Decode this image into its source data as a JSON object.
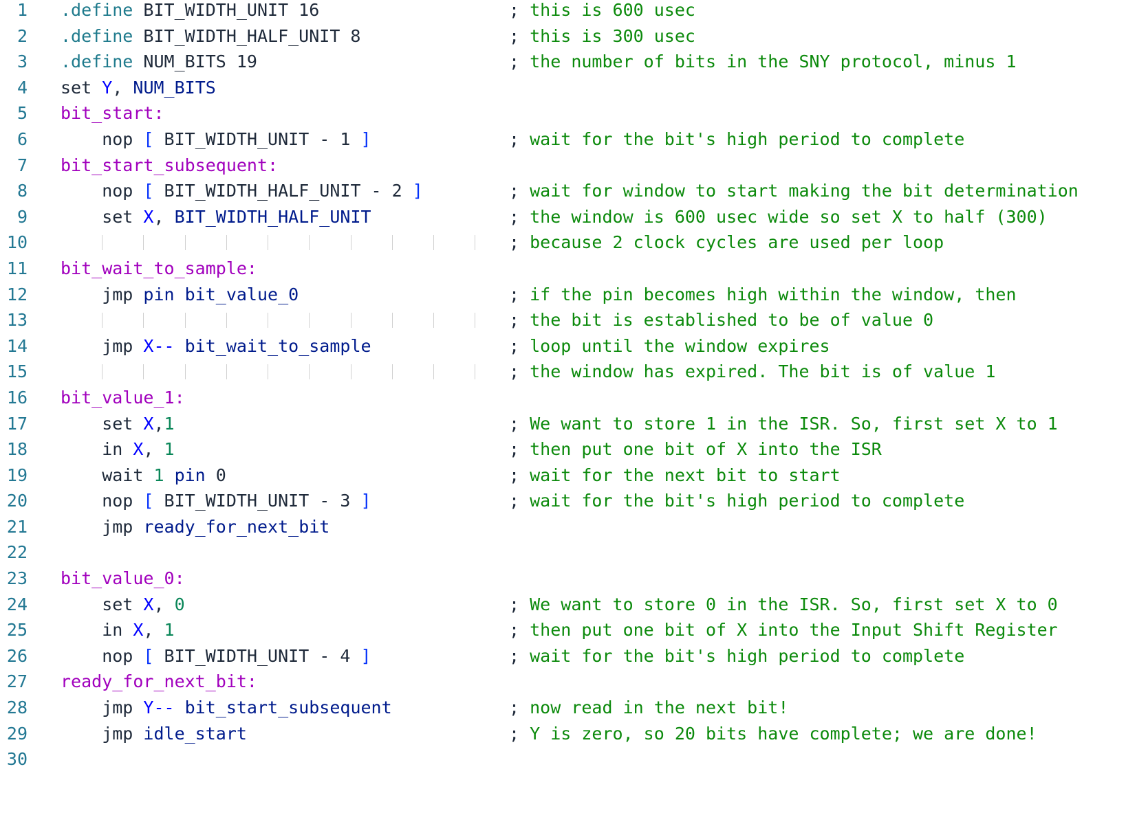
{
  "editor": {
    "lines": [
      {
        "n": "1",
        "code": [
          {
            "t": ".define",
            "c": "dir"
          },
          {
            "t": " BIT_WIDTH_UNIT 16",
            "c": "plain"
          }
        ],
        "comment": "this is 600 usec"
      },
      {
        "n": "2",
        "code": [
          {
            "t": ".define",
            "c": "dir"
          },
          {
            "t": " BIT_WIDTH_HALF_UNIT 8",
            "c": "plain"
          }
        ],
        "comment": "this is 300 usec"
      },
      {
        "n": "3",
        "code": [
          {
            "t": ".define",
            "c": "dir"
          },
          {
            "t": " NUM_BITS 19",
            "c": "plain"
          }
        ],
        "comment": "the number of bits in the SNY protocol, minus 1"
      },
      {
        "n": "4",
        "code": [
          {
            "t": "set ",
            "c": "plain"
          },
          {
            "t": "Y",
            "c": "reg"
          },
          {
            "t": ", ",
            "c": "plain"
          },
          {
            "t": "NUM_BITS",
            "c": "id"
          }
        ],
        "comment": ""
      },
      {
        "n": "5",
        "code": [
          {
            "t": "bit_start:",
            "c": "label"
          }
        ],
        "comment": ""
      },
      {
        "n": "6",
        "code": [
          {
            "t": "    nop ",
            "c": "plain"
          },
          {
            "t": "[",
            "c": "br"
          },
          {
            "t": " BIT_WIDTH_UNIT - 1 ",
            "c": "plain"
          },
          {
            "t": "]",
            "c": "br"
          }
        ],
        "comment": "wait for the bit's high period to complete"
      },
      {
        "n": "7",
        "code": [
          {
            "t": "bit_start_subsequent:",
            "c": "label"
          }
        ],
        "comment": ""
      },
      {
        "n": "8",
        "code": [
          {
            "t": "    nop ",
            "c": "plain"
          },
          {
            "t": "[",
            "c": "br"
          },
          {
            "t": " BIT_WIDTH_HALF_UNIT - 2 ",
            "c": "plain"
          },
          {
            "t": "]",
            "c": "br"
          }
        ],
        "comment": "wait for window to start making the bit determination"
      },
      {
        "n": "9",
        "code": [
          {
            "t": "    set ",
            "c": "plain"
          },
          {
            "t": "X",
            "c": "reg"
          },
          {
            "t": ", ",
            "c": "plain"
          },
          {
            "t": "BIT_WIDTH_HALF_UNIT",
            "c": "id"
          }
        ],
        "comment": "the window is 600 usec wide so set X to half (300)"
      },
      {
        "n": "10",
        "code": [],
        "comment": "because 2 clock cycles are used per loop",
        "guides": true
      },
      {
        "n": "11",
        "code": [
          {
            "t": "bit_wait_to_sample:",
            "c": "label"
          }
        ],
        "comment": ""
      },
      {
        "n": "12",
        "code": [
          {
            "t": "    jmp ",
            "c": "plain"
          },
          {
            "t": "pin",
            "c": "id"
          },
          {
            "t": " bit_value_0",
            "c": "id"
          }
        ],
        "comment": "if the pin becomes high within the window, then"
      },
      {
        "n": "13",
        "code": [],
        "comment": "the bit is established to be of value 0",
        "guides": true
      },
      {
        "n": "14",
        "code": [
          {
            "t": "    jmp ",
            "c": "plain"
          },
          {
            "t": "X--",
            "c": "reg"
          },
          {
            "t": " bit_wait_to_sample",
            "c": "id"
          }
        ],
        "comment": "loop until the window expires"
      },
      {
        "n": "15",
        "code": [],
        "comment": "the window has expired. The bit is of value 1",
        "guides": true
      },
      {
        "n": "16",
        "code": [
          {
            "t": "bit_value_1:",
            "c": "label"
          }
        ],
        "comment": ""
      },
      {
        "n": "17",
        "code": [
          {
            "t": "    set ",
            "c": "plain"
          },
          {
            "t": "X",
            "c": "reg"
          },
          {
            "t": ",",
            "c": "plain"
          },
          {
            "t": "1",
            "c": "num"
          }
        ],
        "comment": "We want to store 1 in the ISR. So, first set X to 1"
      },
      {
        "n": "18",
        "code": [
          {
            "t": "    in ",
            "c": "plain"
          },
          {
            "t": "X",
            "c": "reg"
          },
          {
            "t": ", ",
            "c": "plain"
          },
          {
            "t": "1",
            "c": "num"
          }
        ],
        "comment": "then put one bit of X into the ISR"
      },
      {
        "n": "19",
        "code": [
          {
            "t": "    wait ",
            "c": "plain"
          },
          {
            "t": "1",
            "c": "num"
          },
          {
            "t": " pin ",
            "c": "id"
          },
          {
            "t": "0",
            "c": "plain"
          }
        ],
        "comment": "wait for the next bit to start"
      },
      {
        "n": "20",
        "code": [
          {
            "t": "    nop ",
            "c": "plain"
          },
          {
            "t": "[",
            "c": "br"
          },
          {
            "t": " BIT_WIDTH_UNIT - 3 ",
            "c": "plain"
          },
          {
            "t": "]",
            "c": "br"
          }
        ],
        "comment": "wait for the bit's high period to complete"
      },
      {
        "n": "21",
        "code": [
          {
            "t": "    jmp ",
            "c": "plain"
          },
          {
            "t": "ready_for_next_bit",
            "c": "id"
          }
        ],
        "comment": ""
      },
      {
        "n": "22",
        "code": [],
        "comment": ""
      },
      {
        "n": "23",
        "code": [
          {
            "t": "bit_value_0:",
            "c": "label"
          }
        ],
        "comment": ""
      },
      {
        "n": "24",
        "code": [
          {
            "t": "    set ",
            "c": "plain"
          },
          {
            "t": "X",
            "c": "reg"
          },
          {
            "t": ", ",
            "c": "plain"
          },
          {
            "t": "0",
            "c": "num"
          }
        ],
        "comment": "We want to store 0 in the ISR. So, first set X to 0"
      },
      {
        "n": "25",
        "code": [
          {
            "t": "    in ",
            "c": "plain"
          },
          {
            "t": "X",
            "c": "reg"
          },
          {
            "t": ", ",
            "c": "plain"
          },
          {
            "t": "1",
            "c": "num"
          }
        ],
        "comment": "then put one bit of X into the Input Shift Register"
      },
      {
        "n": "26",
        "code": [
          {
            "t": "    nop ",
            "c": "plain"
          },
          {
            "t": "[",
            "c": "br"
          },
          {
            "t": " BIT_WIDTH_UNIT - 4 ",
            "c": "plain"
          },
          {
            "t": "]",
            "c": "br"
          }
        ],
        "comment": "wait for the bit's high period to complete"
      },
      {
        "n": "27",
        "code": [
          {
            "t": "ready_for_next_bit:",
            "c": "label"
          }
        ],
        "comment": ""
      },
      {
        "n": "28",
        "code": [
          {
            "t": "    jmp ",
            "c": "plain"
          },
          {
            "t": "Y--",
            "c": "reg"
          },
          {
            "t": " bit_start_subsequent",
            "c": "id"
          }
        ],
        "comment": "now read in the next bit!"
      },
      {
        "n": "29",
        "code": [
          {
            "t": "    jmp ",
            "c": "plain"
          },
          {
            "t": "idle_start",
            "c": "id"
          }
        ],
        "comment": "Y is zero, so 20 bits have complete; we are done!"
      },
      {
        "n": "30",
        "code": [],
        "comment": ""
      }
    ],
    "comment_prefix": "; ",
    "colors": {
      "line_number": "#237893",
      "label": "#a100bd",
      "comment": "#0c8a0c",
      "register": "#0000ff",
      "number": "#098658",
      "directive": "#1e7a8c"
    }
  }
}
